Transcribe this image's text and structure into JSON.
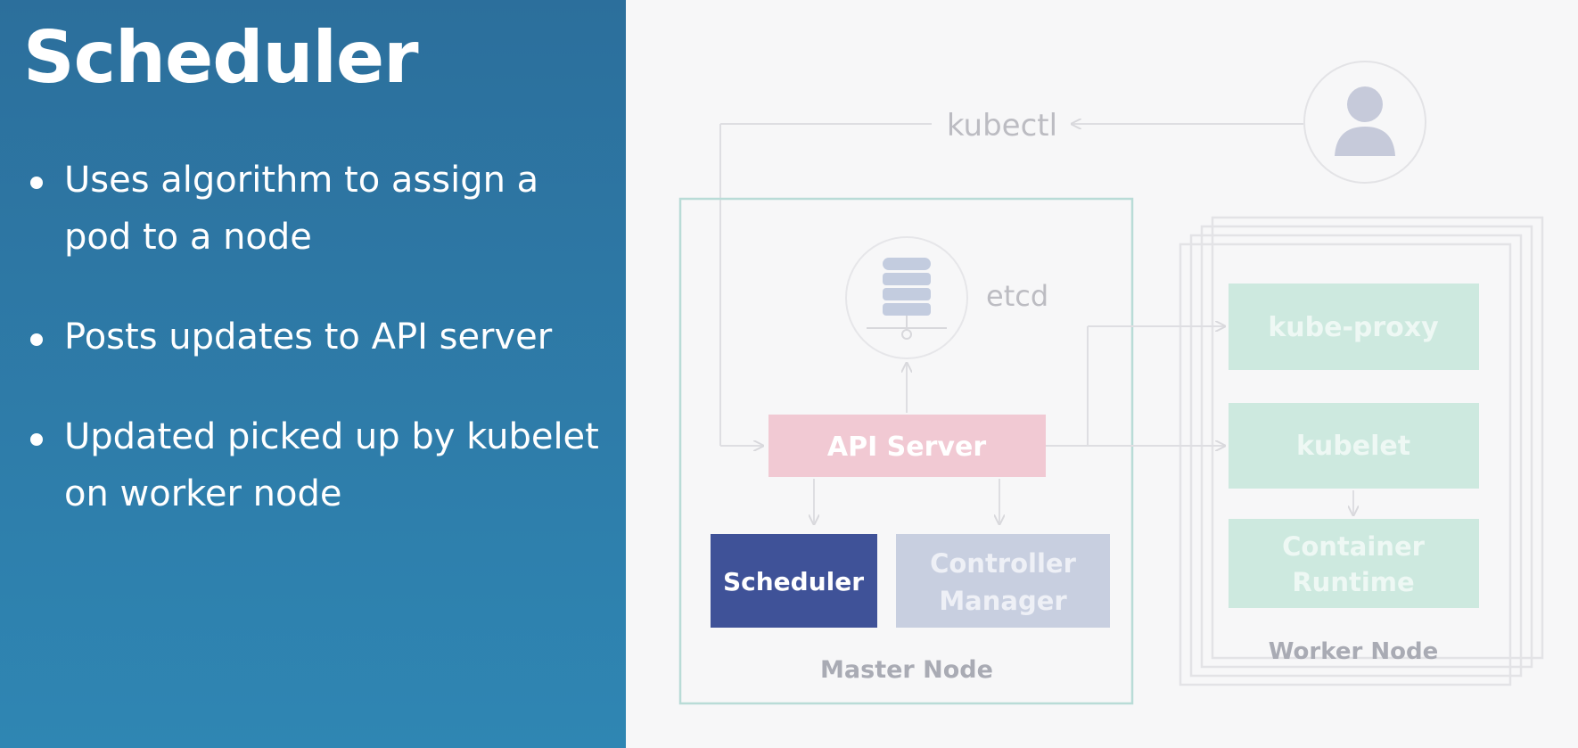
{
  "slide": {
    "title": "Scheduler",
    "bullets": [
      "Uses algorithm to assign a pod to a node",
      "Posts updates to API server",
      "Updated picked up by kubelet on worker node"
    ]
  },
  "diagram": {
    "kubectl_label": "kubectl",
    "user_icon": "user-icon",
    "etcd_icon": "database-icon",
    "etcd_label": "etcd",
    "api_server_label": "API Server",
    "scheduler_label": "Scheduler",
    "controller_manager_lines": [
      "Controller",
      "Manager"
    ],
    "master_node_label": "Master Node",
    "kube_proxy_label": "kube-proxy",
    "kubelet_label": "kubelet",
    "container_runtime_lines": [
      "Container",
      "Runtime"
    ],
    "worker_node_label": "Worker Node",
    "colors": {
      "left_panel": "#2f7fab",
      "scheduler": "#3f5298",
      "api_server": "#f1c9d3",
      "controller_manager": "#c8cfe0",
      "worker_components": "#cde9df",
      "master_border": "#b9dcd7"
    }
  }
}
